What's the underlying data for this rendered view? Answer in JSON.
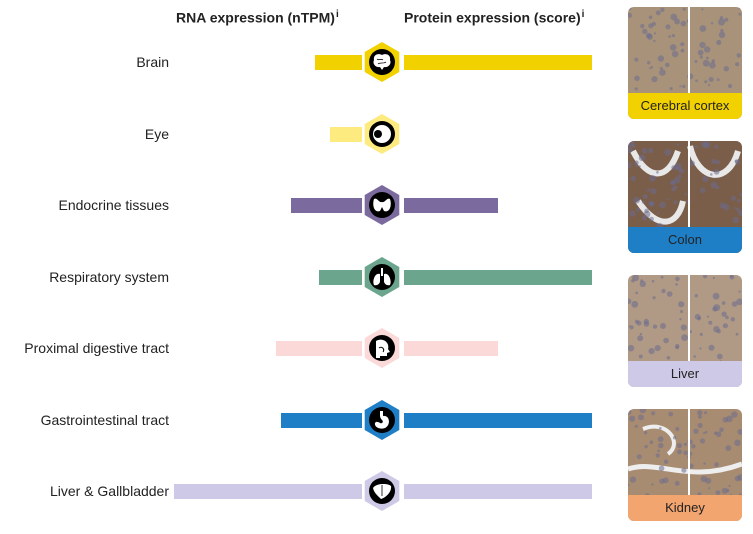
{
  "headers": {
    "rna": "RNA expression (nTPM)",
    "protein": "Protein expression (score)",
    "info_marker": "i"
  },
  "tissues": [
    {
      "name": "Brain",
      "color": "#f2d100",
      "rna_level": 0.25,
      "protein_level": 1.0,
      "icon": "brain-icon"
    },
    {
      "name": "Eye",
      "color": "#fdeb80",
      "rna_level": 0.17,
      "protein_level": 0.0,
      "icon": "eye-icon"
    },
    {
      "name": "Endocrine tissues",
      "color": "#7b6a9e",
      "rna_level": 0.38,
      "protein_level": 0.5,
      "icon": "thyroid-icon"
    },
    {
      "name": "Respiratory system",
      "color": "#6ba58d",
      "rna_level": 0.23,
      "protein_level": 1.0,
      "icon": "lungs-icon"
    },
    {
      "name": "Proximal digestive tract",
      "color": "#fcd9d9",
      "rna_level": 0.46,
      "protein_level": 0.5,
      "icon": "head-icon"
    },
    {
      "name": "Gastrointestinal tract",
      "color": "#1f7fc6",
      "rna_level": 0.43,
      "protein_level": 1.0,
      "icon": "stomach-icon"
    },
    {
      "name": "Liver & Gallbladder",
      "color": "#cec9e6",
      "rna_level": 1.0,
      "protein_level": 1.0,
      "icon": "liver-icon"
    }
  ],
  "thumbnails": [
    {
      "label": "Cerebral cortex",
      "color": "#f2d100",
      "bg": "#a8937a"
    },
    {
      "label": "Colon",
      "color": "#1f7fc6",
      "bg": "#7a5e4a"
    },
    {
      "label": "Liver",
      "color": "#cec9e6",
      "bg": "#b09a85"
    },
    {
      "label": "Kidney",
      "color": "#f2a56f",
      "bg": "#a88c72"
    }
  ]
}
